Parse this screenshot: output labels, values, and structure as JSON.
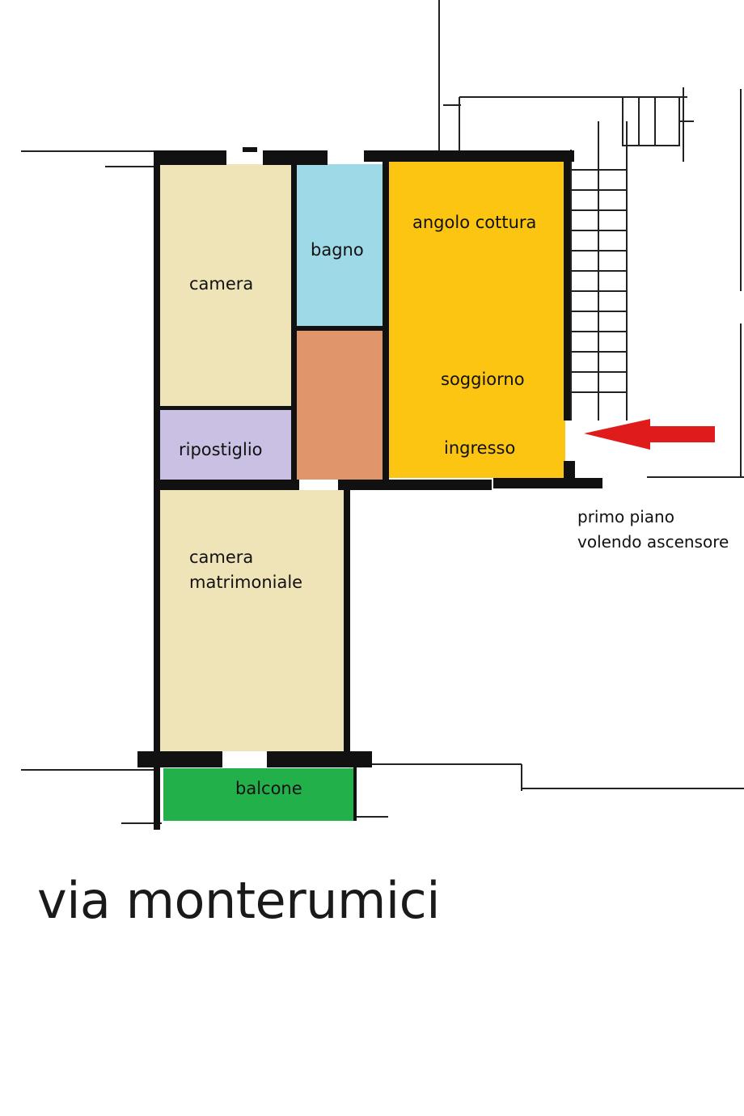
{
  "rooms": {
    "camera": "camera",
    "bagno": "bagno",
    "angolo_cottura": "angolo cottura",
    "soggiorno": "soggiorno",
    "ingresso": "ingresso",
    "ripostiglio": "ripostiglio",
    "camera_matrimoniale_line1": "camera",
    "camera_matrimoniale_line2": "matrimoniale",
    "balcone": "balcone"
  },
  "note": {
    "line1": "primo piano",
    "line2": "volendo ascensore"
  },
  "street": "via monterumici",
  "colors": {
    "camera": "#efe4b8",
    "bagno": "#9dd9e6",
    "disimpegno": "#e0956a",
    "soggiorno": "#fbc512",
    "ripostiglio": "#c9c0e4",
    "balcone": "#22b04b",
    "arrow": "#e01b1b",
    "wall": "#111111"
  }
}
